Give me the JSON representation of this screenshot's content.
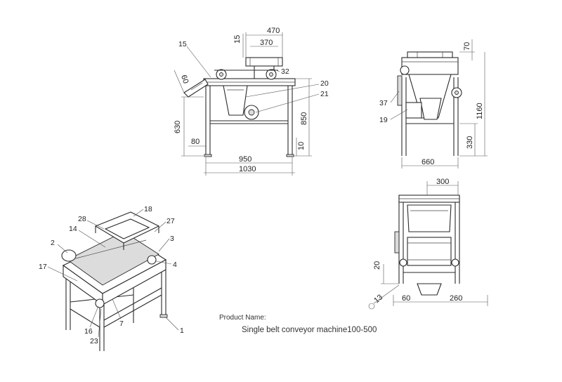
{
  "caption": {
    "label": "Product Name:",
    "name": "Single belt conveyor machine100-500"
  },
  "front_view": {
    "dims": [
      "470",
      "370",
      "15",
      "32",
      "15",
      "60",
      "20",
      "21",
      "630",
      "850",
      "80",
      "10",
      "950",
      "1030"
    ]
  },
  "side_view": {
    "dims": [
      "70",
      "37",
      "19",
      "1160",
      "330",
      "660"
    ]
  },
  "top_view": {
    "dims": [
      "300",
      "20",
      "13",
      "60",
      "260"
    ]
  },
  "iso_view": {
    "parts": [
      "18",
      "28",
      "14",
      "27",
      "2",
      "3",
      "17",
      "4",
      "16",
      "23",
      "7",
      "1"
    ]
  }
}
